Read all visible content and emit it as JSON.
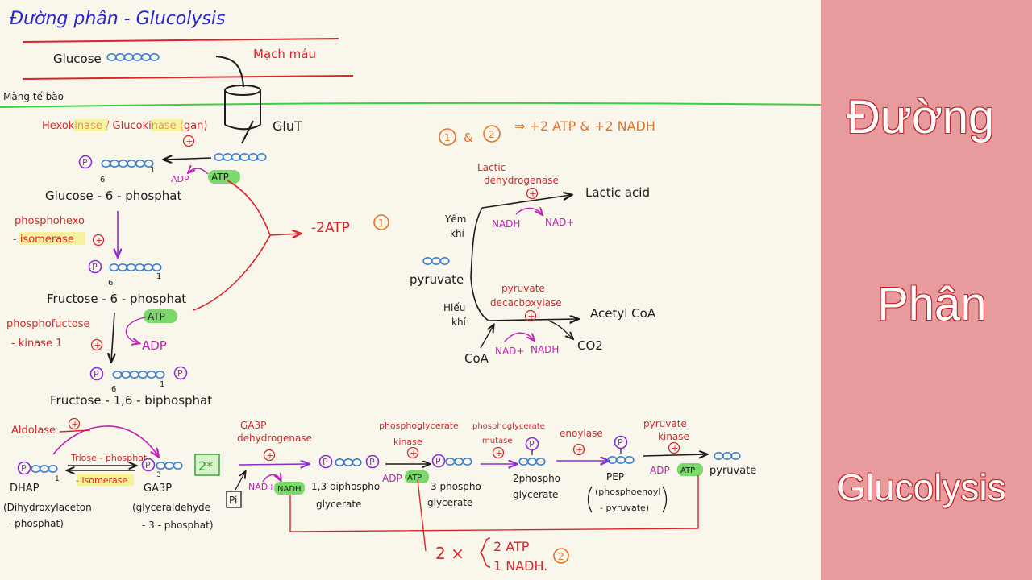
{
  "title": "Đường phân - Glucolysis",
  "sidebar": {
    "word1": "Đường",
    "word2": "Phân",
    "word3": "Glucolysis"
  },
  "membrane": {
    "blood_vessel": "Mạch máu",
    "cell_membrane": "Màng tế bào",
    "transporter": "GluT"
  },
  "molecules": {
    "glucose": "Glucose",
    "g6p": "Glucose - 6 - phosphat",
    "f6p": "Fructose - 6 - phosphat",
    "f16bp": "Fructose - 1,6 - biphosphat",
    "dhap": "DHAP",
    "dhap_full_1": "(Dihydroxylaceton",
    "dhap_full_2": "- phosphat)",
    "ga3p": "GA3P",
    "ga3p_full_1": "(glyceraldehyde",
    "ga3p_full_2": "- 3 - phosphat)",
    "bpg13_1": "1,3 biphospho",
    "bpg13_2": "glycerate",
    "pg3_1": "3 phospho",
    "pg3_2": "glycerate",
    "pg2_1": "2phospho",
    "pg2_2": "glycerate",
    "pep": "PEP",
    "pep_full_1": "(phosphoenoyl",
    "pep_full_2": "- pyruvate)",
    "pyruvate": "pyruvate",
    "lactic_acid": "Lactic acid",
    "acetyl_coa": "Acetyl CoA",
    "coa": "CoA",
    "co2": "CO2"
  },
  "enzymes": {
    "hexokinase": "Hexokinase / Glucokinase (gan)",
    "phi_1": "phosphohexo",
    "phi_2": "- isomerase",
    "pfk_1": "phosphofuctose",
    "pfk_2": "- kinase 1",
    "aldolase": "Aldolase",
    "tpi_1": "Triose - phosphat",
    "tpi_2": "- isomerase",
    "ga3pdh_1": "GA3P",
    "ga3pdh_2": "dehydrogenase",
    "pgk_1": "phosphoglycerate",
    "pgk_2": "kinase",
    "pgm_1": "phosphoglycerate",
    "pgm_2": "mutase",
    "enolase": "enoylase",
    "pk_1": "pyruvate",
    "pk_2": "kinase",
    "ldh_1": "Lactic",
    "ldh_2": "dehydrogenase",
    "pdc_1": "pyruvate",
    "pdc_2": "decacboxylase"
  },
  "cofactors": {
    "atp": "ATP",
    "adp": "ADP",
    "nad": "NAD+",
    "nadh": "NADH",
    "pi": "Pi"
  },
  "conditions": {
    "anaerobic_1": "Yếm",
    "anaerobic_2": "khí",
    "aerobic_1": "Hiếu",
    "aerobic_2": "khí"
  },
  "notes": {
    "carbon_6": "6",
    "carbon_1": "1",
    "carbon_3": "3",
    "net_invest": "-2ATP",
    "circle_1": "1",
    "circle_2": "2",
    "sum_amp": "&",
    "sum_yield": "⇒ +2 ATP & +2 NADH",
    "times_two": "2*",
    "multiplier": "2 ×",
    "yield_atp": "2 ATP",
    "yield_nadh": "1 NADH.",
    "plus": "+"
  },
  "colors": {
    "ink": "#1c1c1c",
    "enzyme_red": "#d8262a",
    "cofactor_magenta": "#c21fb7",
    "note_orange": "#e5742a",
    "title_blue": "#2626cf",
    "membrane_green": "#3ccf3c",
    "atp_highlight": "#7bd86a",
    "enzyme_highlight": "#f6f06a",
    "molecule_blue": "#3a7fcf",
    "phosphate_purple": "#8a2bd6",
    "sidebar_bg": "#e89b9c"
  }
}
